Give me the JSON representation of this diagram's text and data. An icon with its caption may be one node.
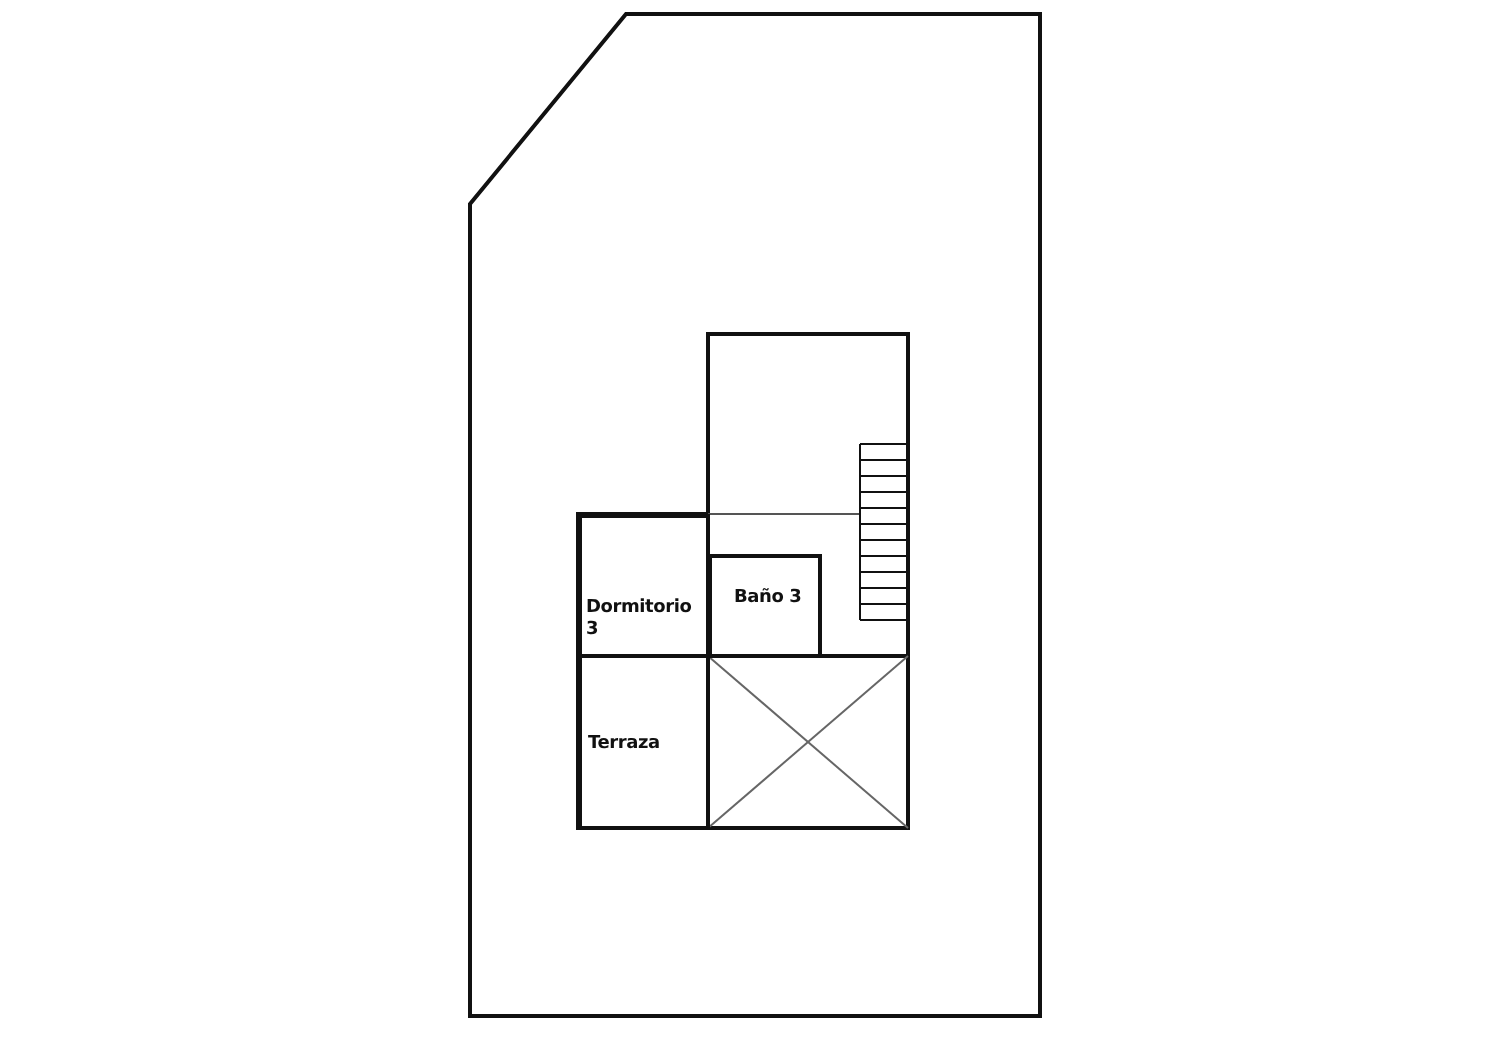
{
  "diagram": {
    "nodes": [
      {
        "text": [
          "Dormitorio 3"
        ]
      },
      {
        "text": [
          "Baño 3"
        ]
      },
      {
        "text": [
          "Terraza"
        ]
      }
    ]
  }
}
